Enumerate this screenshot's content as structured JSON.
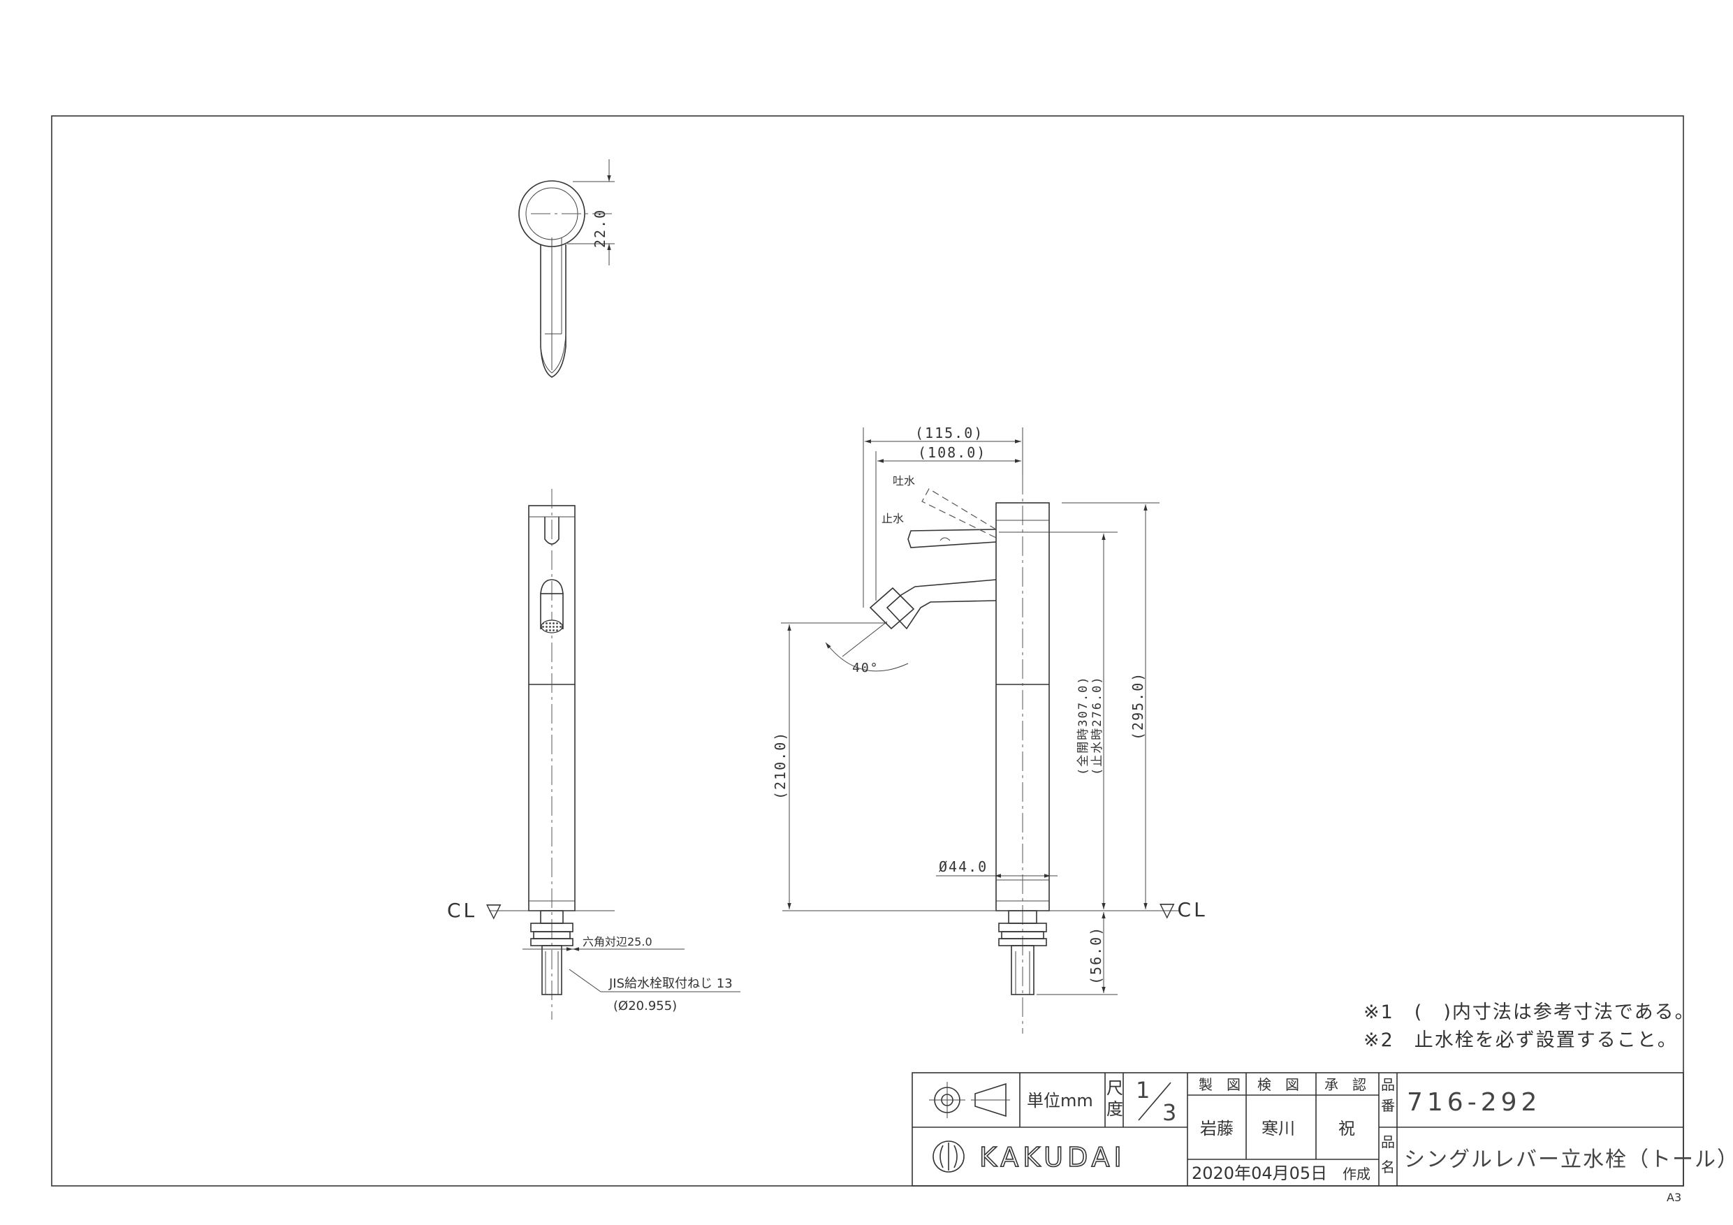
{
  "top_view": {
    "dim_handle": "22.0"
  },
  "side_view": {
    "dim_overall_width": "(115.0)",
    "dim_width": "(108.0)",
    "label_discharge": "吐水",
    "label_stop": "止水",
    "dim_angle": "40°",
    "dim_spout_height": "(210.0)",
    "dim_full_open": "(全開時307.0)",
    "dim_stop_state": "(止水時276.0)",
    "dim_body_height": "(295.0)",
    "dim_diameter": "Ø44.0",
    "dim_thread_length": "(56.0)",
    "cl_label": "▽CL"
  },
  "front_view": {
    "cl_label": "CL ▽",
    "hex_label": "六角対辺25.0",
    "thread_label": "JIS給水栓取付ねじ 13",
    "thread_dia": "(Ø20.955)"
  },
  "notes": [
    "※1　(　)内寸法は参考寸法である。",
    "※2　止水栓を必ず設置すること。"
  ],
  "title_block": {
    "unit_label": "単位mm",
    "scale_label_1": "尺",
    "scale_label_2": "度",
    "scale_num": "1",
    "scale_den": "3",
    "drawn_label": "製　図",
    "checked_label": "検　図",
    "approved_label": "承　認",
    "drawn_by": "岩藤",
    "checked_by": "寒川",
    "approved_by": "祝",
    "brand": "KAKUDAI",
    "date": "2020年04月05日",
    "created_label": "作成",
    "part_no_label_1": "品",
    "part_no_label_2": "番",
    "part_no": "716-292",
    "name_label_1": "品",
    "name_label_2": "名",
    "product_name": "シングルレバー立水栓（トール）"
  },
  "paper_size": "A3"
}
